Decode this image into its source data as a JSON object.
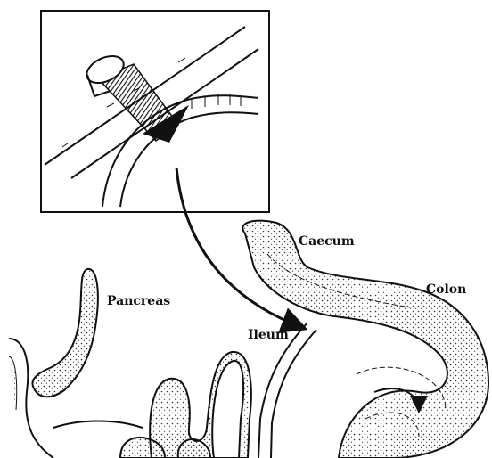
{
  "labels": {
    "caecum": "Caecum",
    "colon": "Colon",
    "pancreas": "Pancreas",
    "ileum": "Ileum"
  },
  "colors": {
    "ink": "#111111",
    "paper": "#ffffff"
  }
}
